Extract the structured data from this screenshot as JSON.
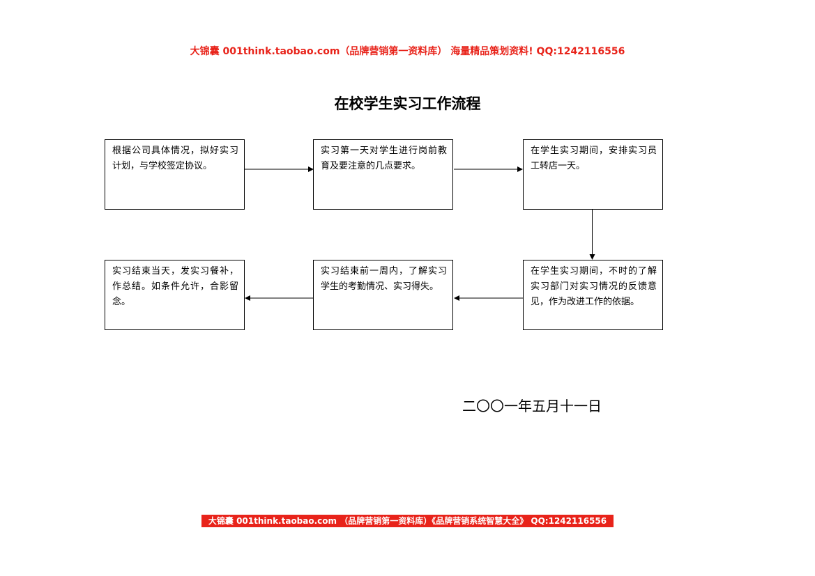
{
  "header": {
    "text": "大锦囊  001think.taobao.com（品牌营销第一资料库）  海量精品策划资料! QQ:1242116556"
  },
  "title": "在校学生实习工作流程",
  "steps": [
    {
      "text": "根据公司具体情况，拟好实习计划，与学校签定协议。"
    },
    {
      "text": "实习第一天对学生进行岗前教育及要注意的几点要求。"
    },
    {
      "text": "在学生实习期间，安排实习员工转店一天。"
    },
    {
      "text": "在学生实习期间，不时的了解实习部门对实习情况的反馈意见，作为改进工作的依据。"
    },
    {
      "text": "实习结束前一周内，了解实习学生的考勤情况、实习得失。"
    },
    {
      "text": "实习结束当天，发实习餐补，作总结。如条件允许，合影留念。"
    }
  ],
  "date": "二〇〇一年五月十一日",
  "footer": {
    "text": "大锦囊   001think.taobao.com （品牌营销第一资料库）《品牌营销系统智慧大全》   QQ:1242116556"
  },
  "colors": {
    "brand_red": "#e8231a",
    "line": "#000000"
  }
}
